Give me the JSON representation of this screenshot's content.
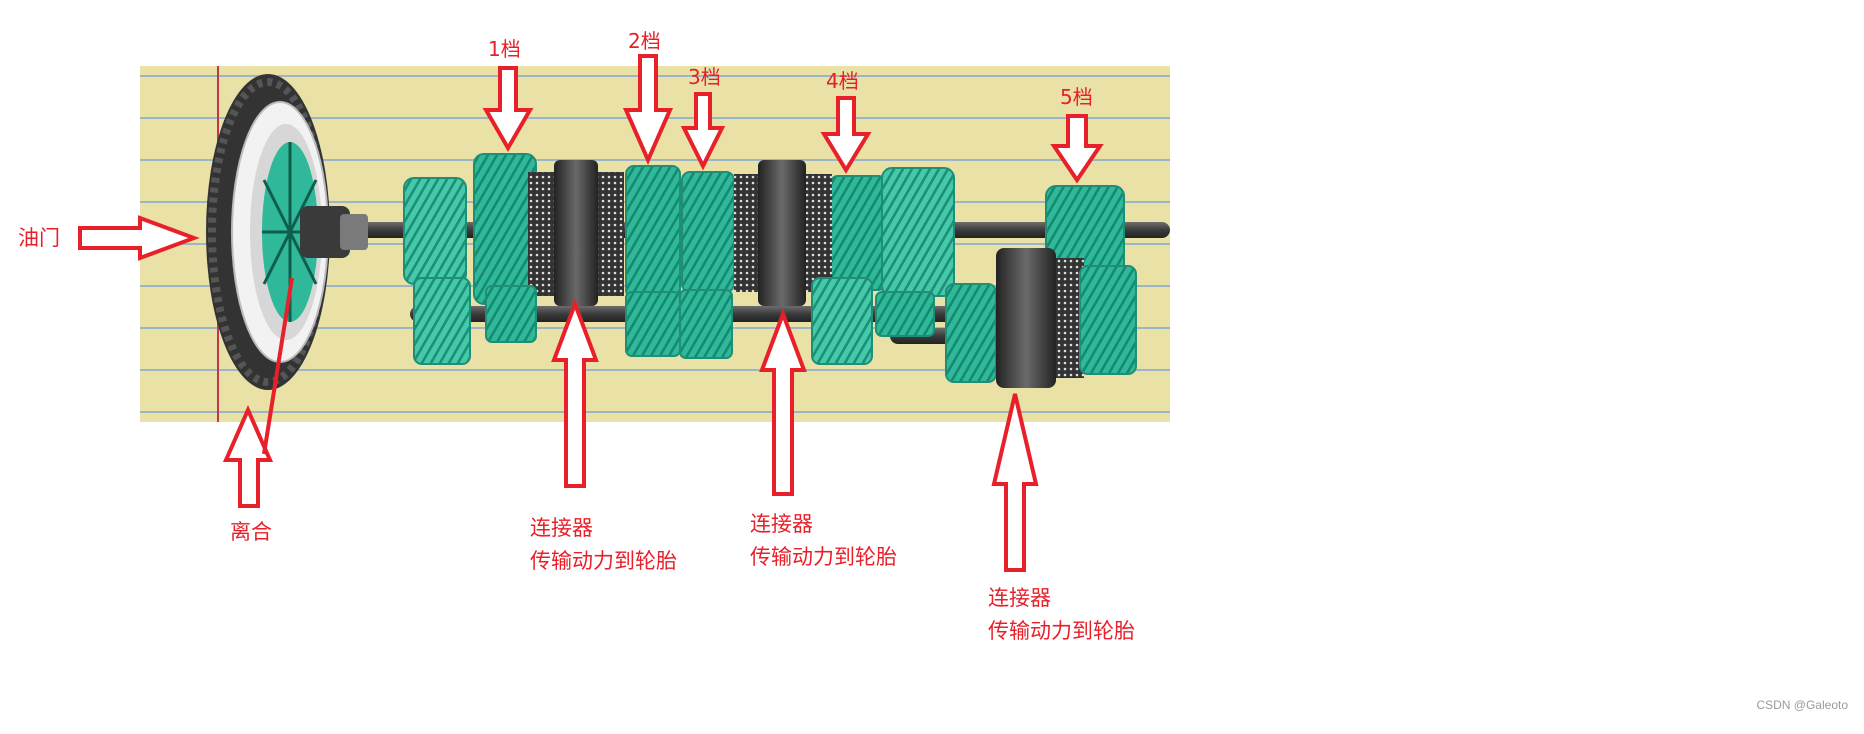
{
  "colors": {
    "annotation": "#e8202a",
    "gear": "#2fb89a",
    "gear_dark": "#1e8f76",
    "background_paper": "#e9e1a6",
    "paper_lines": "#9bb6c6",
    "margin_line": "#c0394a",
    "hub": "#3a3a3a"
  },
  "labels": {
    "throttle": "油门",
    "clutch": "离合",
    "gear1": "1档",
    "gear2": "2档",
    "gear3": "3档",
    "gear4": "4档",
    "gear5": "5档",
    "connector1": "连接器\n传输动力到轮胎",
    "connector2": "连接器\n传输动力到轮胎",
    "connector3": "连接器\n传输动力到轮胎"
  },
  "watermark": "CSDN @Galeoto"
}
